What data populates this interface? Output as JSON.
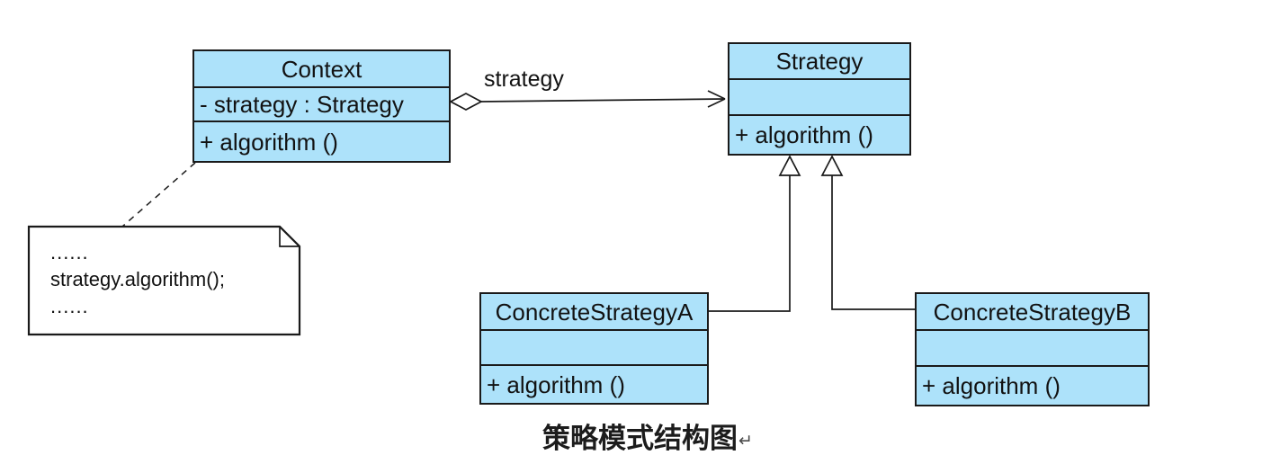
{
  "caption": {
    "text": "策略模式结构图",
    "return_mark": "↵"
  },
  "association": {
    "label": "strategy"
  },
  "note": {
    "lines": [
      "......",
      "strategy.algorithm();",
      "......"
    ]
  },
  "classes": [
    {
      "name": "Context",
      "attributes": [
        "- strategy : Strategy"
      ],
      "methods": [
        "+ algorithm ()"
      ]
    },
    {
      "name": "Strategy",
      "attributes": [],
      "methods": [
        "+ algorithm ()"
      ]
    },
    {
      "name": "ConcreteStrategyA",
      "attributes": [],
      "methods": [
        "+ algorithm ()"
      ]
    },
    {
      "name": "ConcreteStrategyB",
      "attributes": [],
      "methods": [
        "+ algorithm ()"
      ]
    }
  ],
  "relationships": [
    {
      "from": "Context",
      "to": "Strategy",
      "kind": "aggregation",
      "label": "strategy"
    },
    {
      "from": "ConcreteStrategyA",
      "to": "Strategy",
      "kind": "generalization"
    },
    {
      "from": "ConcreteStrategyB",
      "to": "Strategy",
      "kind": "generalization"
    },
    {
      "from": "note",
      "to": "Context",
      "kind": "anchor"
    }
  ],
  "colors": {
    "class_fill": "#ade2fa",
    "stroke": "#1a1a1a",
    "note_fill": "#ffffff",
    "text": "#121212",
    "background": "#ffffff"
  }
}
